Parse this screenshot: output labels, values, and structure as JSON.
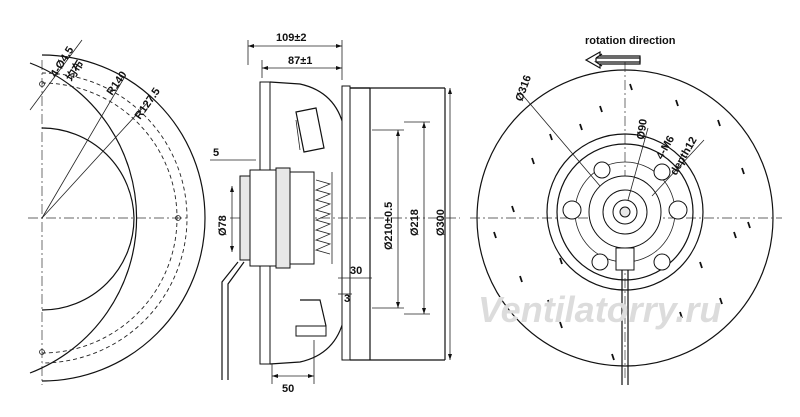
{
  "left_view": {
    "hole_note": "4-Ø4.5",
    "hole_note_sub": "均布",
    "radius_outer": "R140",
    "radius_inner": "R127.5"
  },
  "side_view": {
    "overall_depth": "109±2",
    "wheel_depth": "87±1",
    "flange_offset": "5",
    "hub_diameter": "Ø78",
    "outlet_diameter": "Ø210±0.5",
    "inlet_diameter": "Ø218",
    "wheel_diameter": "Ø300",
    "inner_offset": "30",
    "edge_offset": "3",
    "base_width": "50"
  },
  "front_view": {
    "rotation_label": "rotation direction",
    "circle_diameter": "Ø316",
    "bolt_circle": "Ø90",
    "thread_note": "4-M6",
    "thread_depth": "depth12"
  },
  "watermark": "Ventilatorry.ru"
}
